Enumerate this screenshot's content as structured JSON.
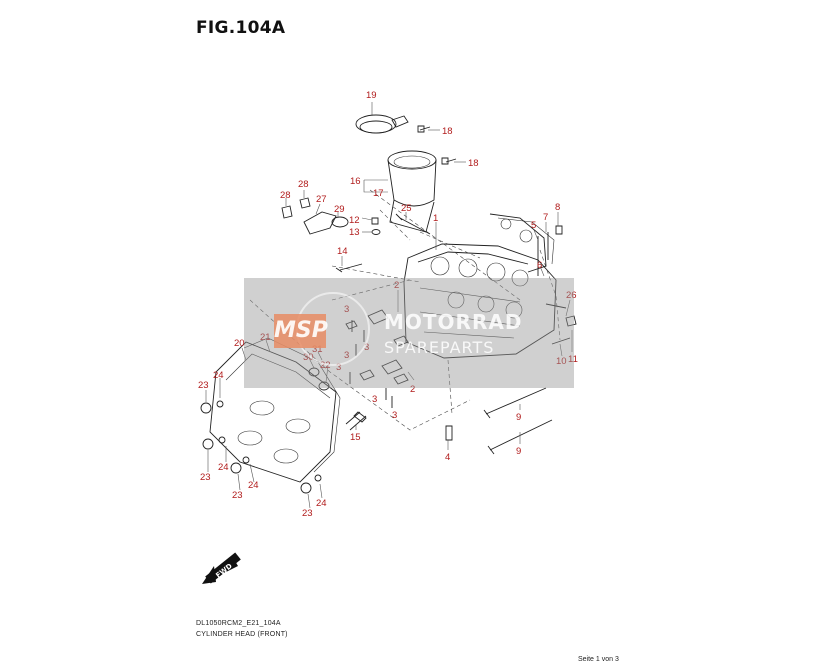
{
  "figure": {
    "title": "FIG.104A",
    "model_code": "DL1050RCM2_E21_104A",
    "name": "CYLINDER HEAD (FRONT)",
    "page_info": "Seite 1 von 3"
  },
  "watermark": {
    "badge": "MSP",
    "line1": "MOTORRAD",
    "line2": "SPAREPARTS"
  },
  "fwd_arrow": "FWD",
  "part_labels": {
    "p1": "1",
    "p2a": "2",
    "p2b": "2",
    "p3a": "3",
    "p3b": "3",
    "p3c": "3",
    "p3d": "3",
    "p3e": "3",
    "p3f": "3",
    "p4": "4",
    "p5": "5",
    "p6": "6",
    "p7": "7",
    "p8": "8",
    "p9a": "9",
    "p9b": "9",
    "p10": "10",
    "p11": "11",
    "p12": "12",
    "p13": "13",
    "p14": "14",
    "p15": "15",
    "p16": "16",
    "p17": "17",
    "p18a": "18",
    "p18b": "18",
    "p19": "19",
    "p20": "20",
    "p21": "21",
    "p22": "22",
    "p23a": "23",
    "p23b": "23",
    "p23c": "23",
    "p23d": "23",
    "p24a": "24",
    "p24b": "24",
    "p24c": "24",
    "p24d": "24",
    "p25": "25",
    "p26": "26",
    "p27": "27",
    "p28a": "28",
    "p28b": "28",
    "p29": "29",
    "p30": "30",
    "p31": "31"
  }
}
